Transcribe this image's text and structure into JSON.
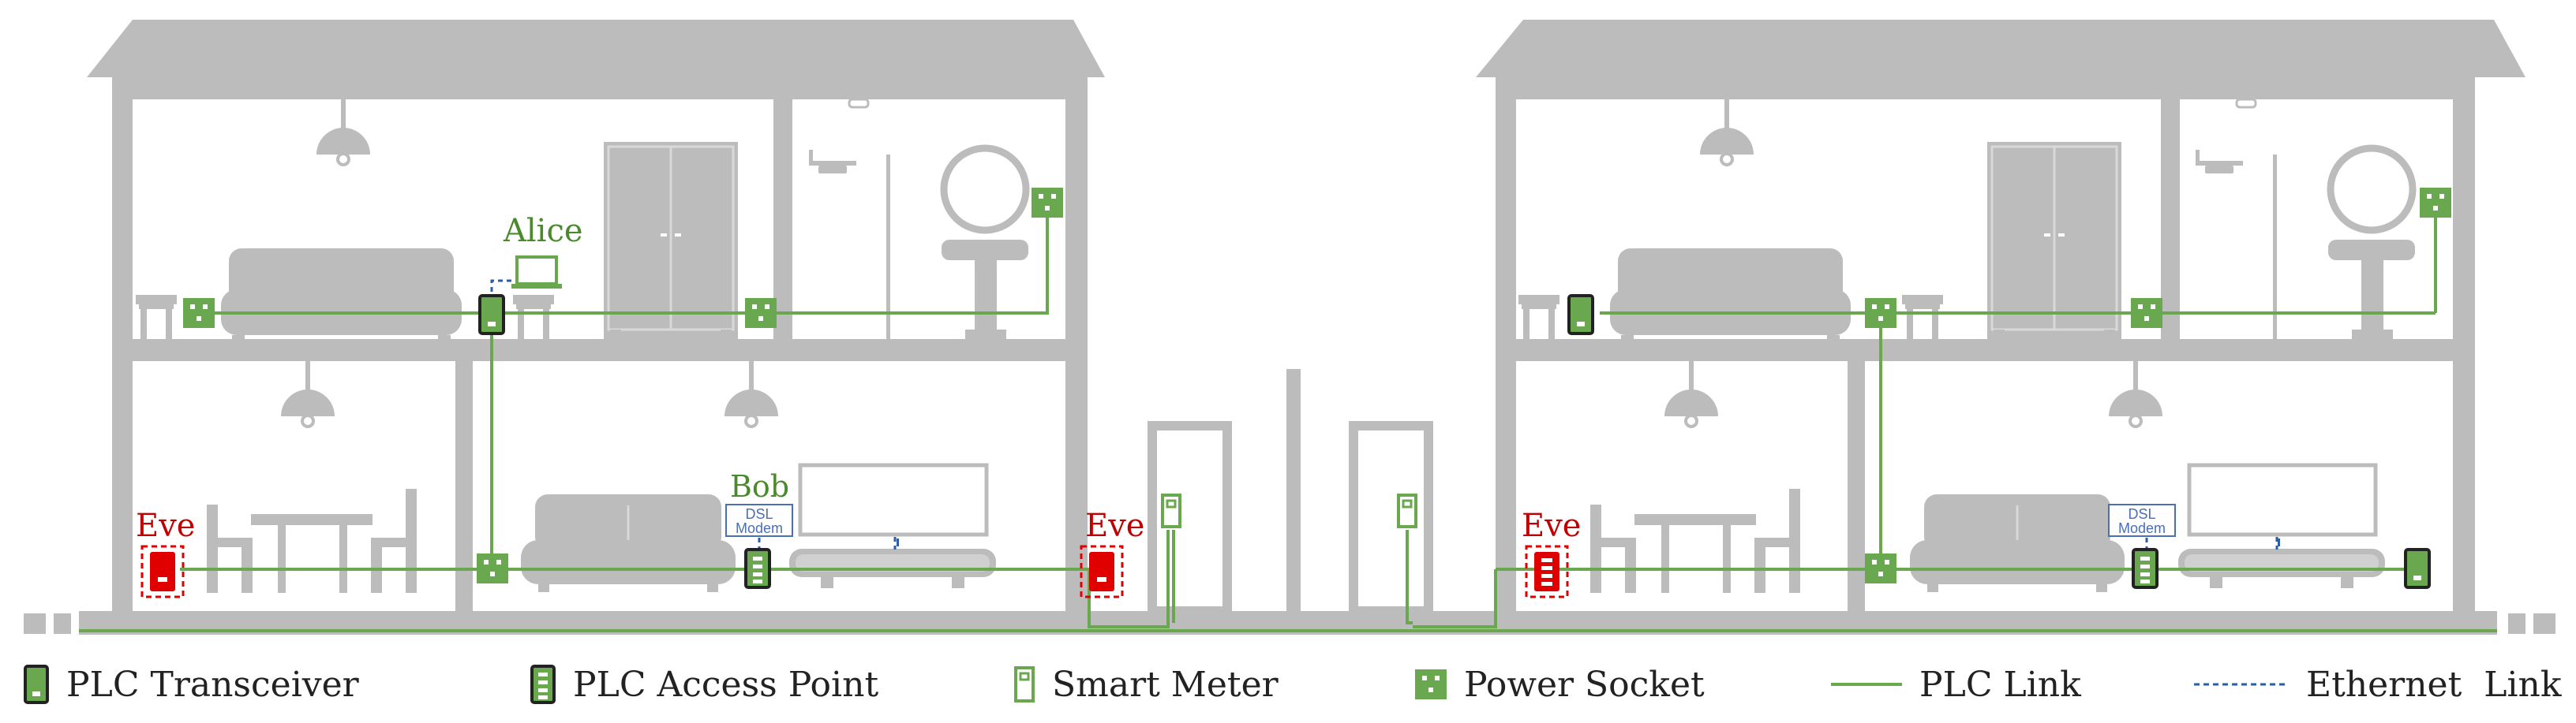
{
  "colors": {
    "structure": "#bcbcbc",
    "plc_green": "#6aa84f",
    "eve_red": "#e00000",
    "eve_text": "#c00000",
    "alice_text": "#4a8a2c",
    "ethernet_blue": "#2a5caa",
    "dsl_blue": "#4a6fb5",
    "dark_outline": "#222222"
  },
  "house_left": {
    "alice_label": "Alice",
    "bob_label": "Bob",
    "eve_inside_label": "Eve",
    "eve_outside_label": "Eve",
    "dsl_modem_label_line1": "DSL",
    "dsl_modem_label_line2": "Modem"
  },
  "house_right": {
    "eve_label": "Eve",
    "dsl_modem_label_line1": "DSL",
    "dsl_modem_label_line2": "Modem"
  },
  "legend": {
    "plc_transceiver": "PLC Transceiver",
    "plc_access_point": "PLC Access Point",
    "smart_meter": "Smart Meter",
    "power_socket": "Power Socket",
    "plc_link": "PLC Link",
    "ethernet_link": "Ethernet  Link"
  },
  "icons": {
    "plc_transceiver": "plc-transceiver-icon",
    "plc_access_point": "plc-access-point-icon",
    "smart_meter": "smart-meter-icon",
    "power_socket": "power-socket-icon",
    "plc_link": "plc-link-line-icon",
    "ethernet_link": "ethernet-link-line-icon"
  }
}
